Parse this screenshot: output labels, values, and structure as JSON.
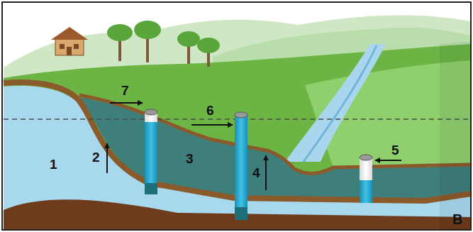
{
  "diagram": {
    "labels": [
      "1",
      "2",
      "3",
      "4",
      "5",
      "6",
      "7",
      "B"
    ]
  }
}
